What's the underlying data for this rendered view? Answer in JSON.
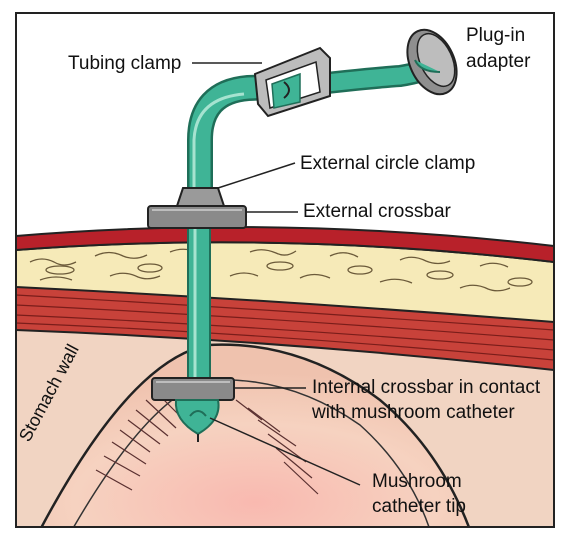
{
  "labels": {
    "tubing_clamp": "Tubing clamp",
    "plug_in_line1": "Plug-in",
    "plug_in_line2": "adapter",
    "external_circle_clamp": "External circle clamp",
    "external_crossbar": "External crossbar",
    "internal_crossbar_line1": "Internal crossbar in contact",
    "internal_crossbar_line2": "with mushroom catheter",
    "mushroom_line1": "Mushroom",
    "mushroom_line2": "catheter tip",
    "stomach_wall": "Stomach wall"
  },
  "colors": {
    "tube": "#3fb496",
    "tube_dark": "#1f6e58",
    "skin": "#b8212a",
    "fat": "#f6eab8",
    "muscle": "#c8423a",
    "tissue": "#f3d5c5",
    "stomach": "#f6d2c0",
    "crossbar": "#8a8a8a"
  }
}
